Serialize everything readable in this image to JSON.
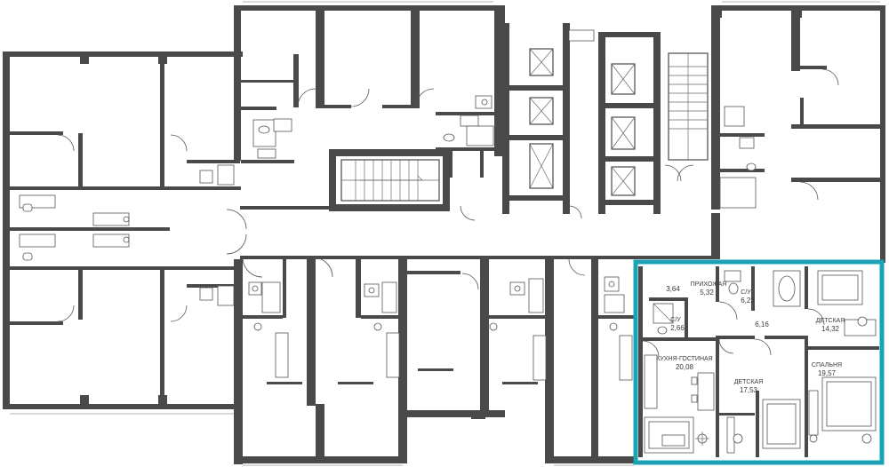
{
  "plan": {
    "highlight_color": "#1aa3b4",
    "wall_color": "#4a4a4a",
    "rooms": [
      {
        "id": "r1",
        "name": "",
        "area": "3,64"
      },
      {
        "id": "r2",
        "name": "ПРИХОЖАЯ",
        "area": "5,32"
      },
      {
        "id": "r3",
        "name": "С/У",
        "area": "6,22"
      },
      {
        "id": "r4",
        "name": "С/У",
        "area": "2,66"
      },
      {
        "id": "r5",
        "name": "",
        "area": "6,16"
      },
      {
        "id": "r6",
        "name": "ДЕТСКАЯ",
        "area": "14,32"
      },
      {
        "id": "r7",
        "name": "КУХНЯ-ГОСТИНАЯ",
        "area": "20,08"
      },
      {
        "id": "r8",
        "name": "СПАЛЬНЯ",
        "area": "19,57"
      },
      {
        "id": "r9",
        "name": "ДЕТСКАЯ",
        "area": "17,53"
      }
    ]
  }
}
